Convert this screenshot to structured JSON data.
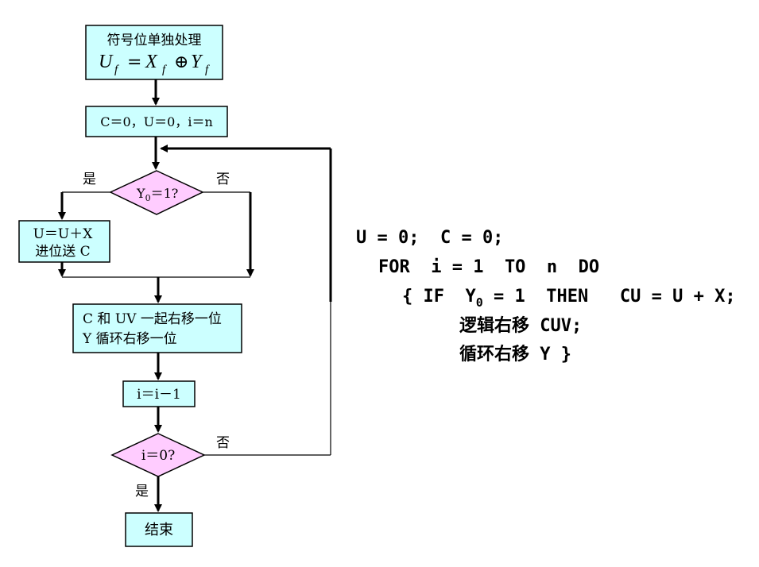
{
  "flowchart": {
    "sign_box": {
      "line1": "符号位单独处理",
      "formula_U": "U",
      "formula_sub_f1": "f",
      "formula_eq": "=",
      "formula_X": "X",
      "formula_sub_f2": "f",
      "formula_xor": "⊕",
      "formula_Y": "Y",
      "formula_sub_f3": "f"
    },
    "init_box": "C＝0，U＝0，i＝n",
    "decision1": {
      "prefix": "Y",
      "sub": "0",
      "suffix": "＝1?"
    },
    "yes_label_1": "是",
    "no_label_1": "否",
    "add_box": {
      "line1": "U＝U＋X",
      "line2": "进位送 C"
    },
    "shift_box": {
      "line1": "C 和 UV 一起右移一位",
      "line2": "Y 循环右移一位"
    },
    "dec_box": "i＝i－1",
    "decision2": "i＝0?",
    "no_label_2": "否",
    "yes_label_2": "是",
    "end_box": "结束"
  },
  "pseudocode": {
    "line1": "U = 0;  C = 0;",
    "line2": "FOR  i = 1  TO  n  DO",
    "line3_a": "{ IF  Y",
    "line3_sub": "0",
    "line3_b": " = 1  THEN   CU = U + X;",
    "line4": "逻辑右移 CUV;",
    "line5": "循环右移 Y }"
  },
  "colors": {
    "box_fill": "#ccffff",
    "diamond_fill": "#ffccff",
    "stroke": "#000000"
  }
}
